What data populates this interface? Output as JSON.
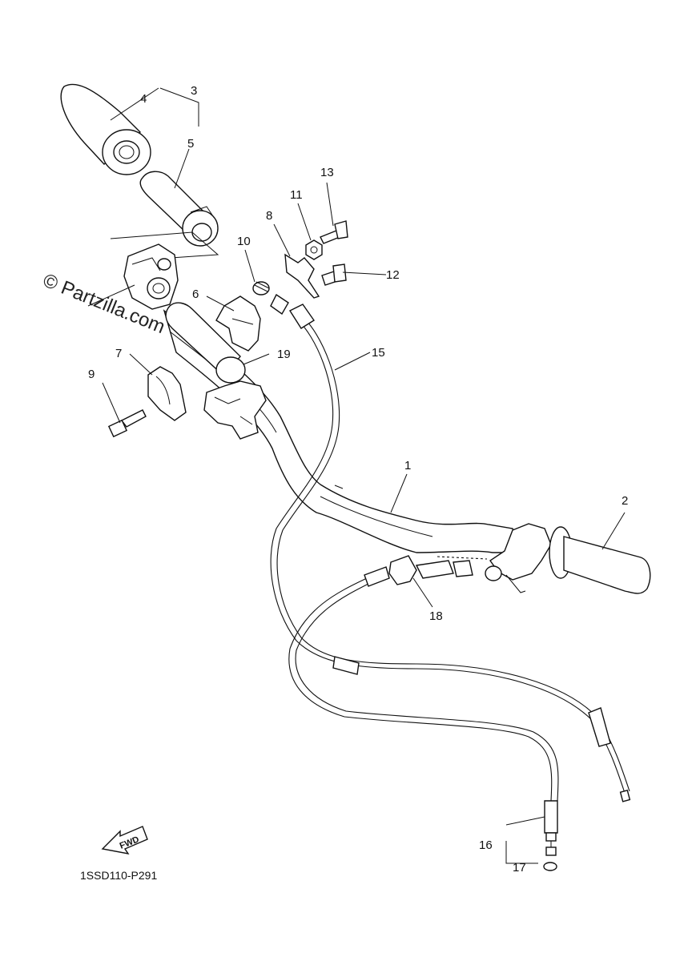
{
  "watermark": "© Partzilla.com",
  "diagram_code": "1SSD110-P291",
  "fwd_label": "FWD",
  "callouts": {
    "c1": "1",
    "c2": "2",
    "c3": "3",
    "c4": "4",
    "c5": "5",
    "c6": "6",
    "c7": "7",
    "c8": "8",
    "c9": "9",
    "c10": "10",
    "c11": "11",
    "c12": "12",
    "c13": "13",
    "c15": "15",
    "c16": "16",
    "c17": "17",
    "c18": "18",
    "c19": "19"
  }
}
